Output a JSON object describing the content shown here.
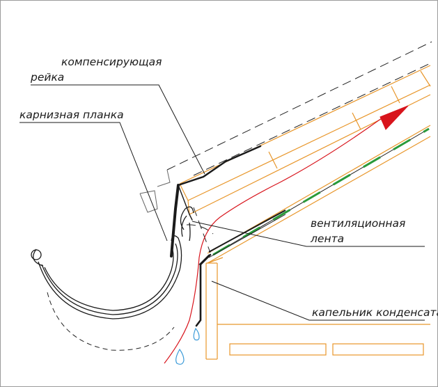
{
  "labels": {
    "compensating_batten_line1": "компенсирующая",
    "compensating_batten_line2": "рейка",
    "eaves_strip": "карнизная планка",
    "vent_tape_line1": "вентиляционная",
    "vent_tape_line2": "лента",
    "condensate_drip": "капельник конденсата"
  },
  "colors": {
    "timber": "#e8962a",
    "airflow": "#d8141c",
    "membrane": "#2a9a3a",
    "water": "#3a9ad8",
    "metal": "#1a1a1a",
    "leader": "#1a1a1a",
    "dashed": "#222222"
  }
}
